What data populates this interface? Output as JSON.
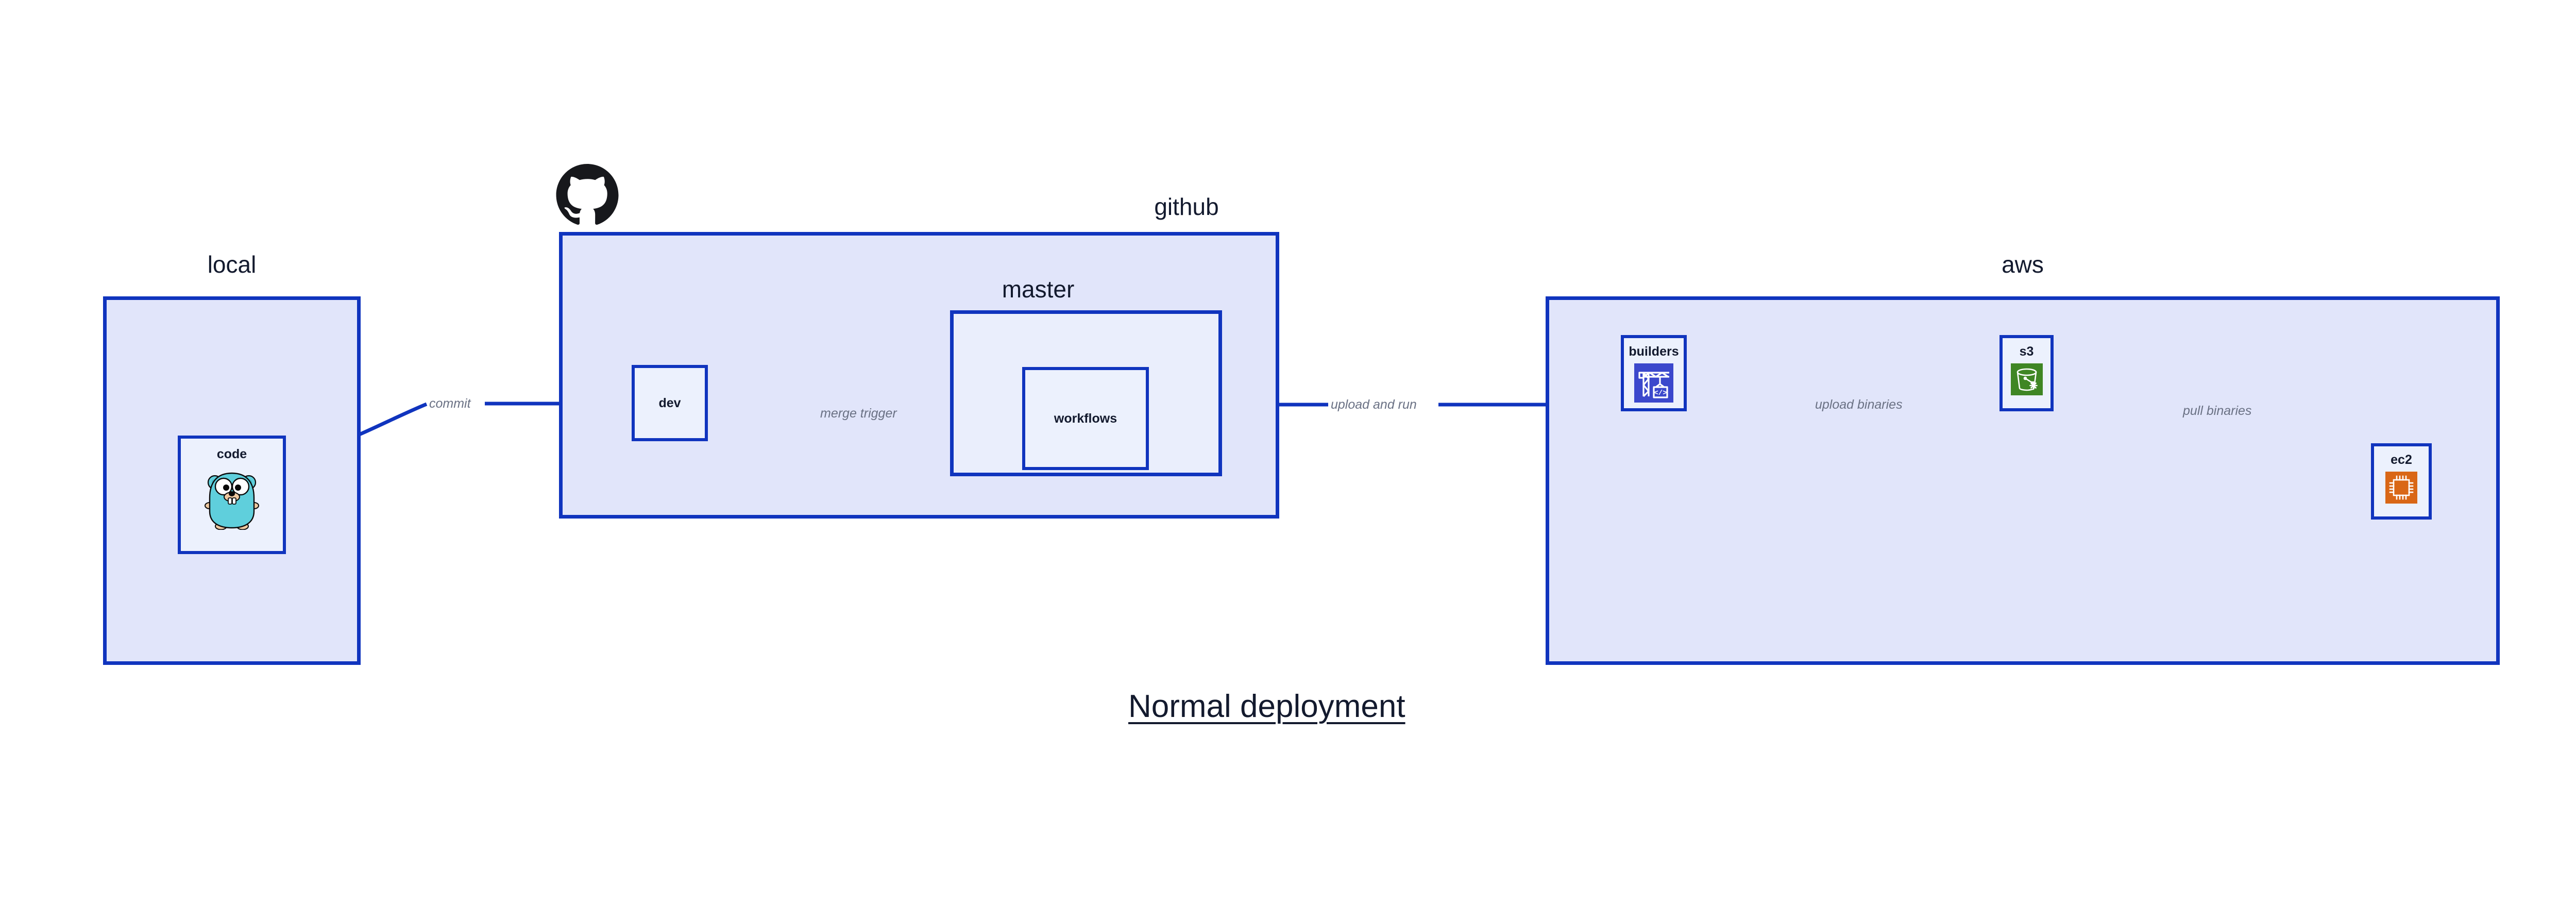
{
  "diagram": {
    "caption": "Normal deployment",
    "accent_border": "#1034be",
    "outer_fill": "#e1e5fa",
    "inner_fill": "#eaeefc",
    "node_fill": "#ecf1fd",
    "label_color": "#131a2e",
    "edge_label_color": "#6a7184",
    "background": "#ffffff"
  },
  "groups": {
    "local": {
      "title": "local"
    },
    "github": {
      "title": "github"
    },
    "master": {
      "title": "master"
    },
    "aws": {
      "title": "aws"
    }
  },
  "nodes": {
    "code": {
      "label": "code",
      "icon": "go-gopher-icon"
    },
    "dev": {
      "label": "dev",
      "icon": "none"
    },
    "workflows": {
      "label": "workflows",
      "icon": "none"
    },
    "builders": {
      "label": "builders",
      "icon": "aws-builders-crane-icon",
      "icon_color": "#3b48cc"
    },
    "s3": {
      "label": "s3",
      "icon": "aws-s3-bucket-icon",
      "icon_color": "#3f8624"
    },
    "ec2": {
      "label": "ec2",
      "icon": "aws-ec2-chip-icon",
      "icon_color": "#d96716"
    }
  },
  "edges": {
    "commit": {
      "label": "commit",
      "from": "code",
      "to": "dev"
    },
    "merge_trigger": {
      "label": "merge trigger",
      "from": "dev",
      "to": "workflows"
    },
    "upload_and_run": {
      "label": "upload and run",
      "from": "workflows",
      "to": "builders"
    },
    "upload_binaries": {
      "label": "upload binaries",
      "from": "builders",
      "to": "s3"
    },
    "pull_binaries": {
      "label": "pull binaries",
      "from": "s3",
      "to": "ec2"
    }
  },
  "brand": {
    "github_logo": "github-octocat-icon"
  }
}
